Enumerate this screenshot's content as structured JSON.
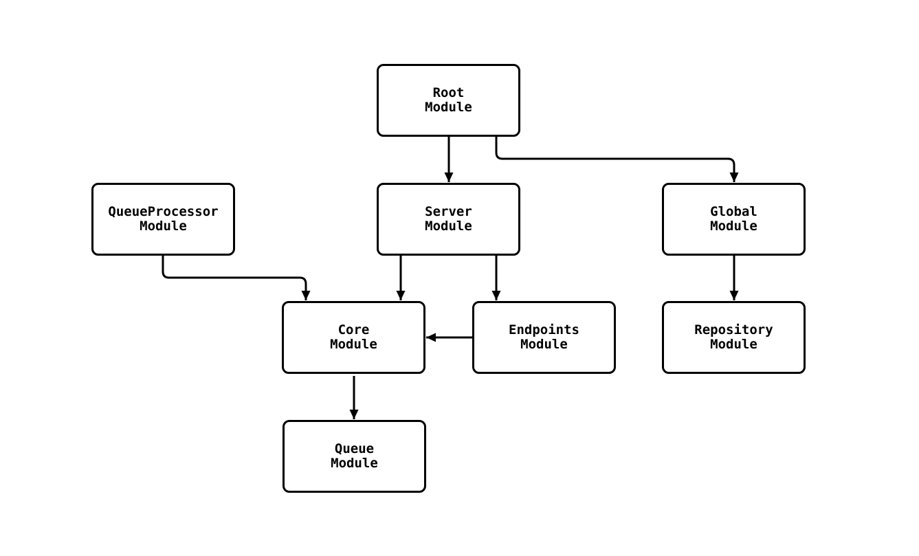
{
  "diagram": {
    "type": "module-dependency-graph",
    "background_color": "#ffffff",
    "node_fill_color": "#ffffff",
    "node_border_color": "#000000",
    "edge_color": "#000000",
    "text_color": "#000000"
  },
  "nodes": [
    {
      "id": "root",
      "label": "Root\nModule"
    },
    {
      "id": "queueprocessor",
      "label": "QueueProcessor\nModule"
    },
    {
      "id": "server",
      "label": "Server\nModule"
    },
    {
      "id": "global",
      "label": "Global\nModule"
    },
    {
      "id": "core",
      "label": "Core\nModule"
    },
    {
      "id": "endpoints",
      "label": "Endpoints\nModule"
    },
    {
      "id": "repository",
      "label": "Repository\nModule"
    },
    {
      "id": "queue",
      "label": "Queue\nModule"
    }
  ],
  "edges": [
    {
      "from": "root",
      "to": "server"
    },
    {
      "from": "root",
      "to": "global"
    },
    {
      "from": "queueprocessor",
      "to": "core"
    },
    {
      "from": "server",
      "to": "core"
    },
    {
      "from": "server",
      "to": "endpoints"
    },
    {
      "from": "endpoints",
      "to": "core"
    },
    {
      "from": "core",
      "to": "queue"
    },
    {
      "from": "global",
      "to": "repository"
    }
  ]
}
